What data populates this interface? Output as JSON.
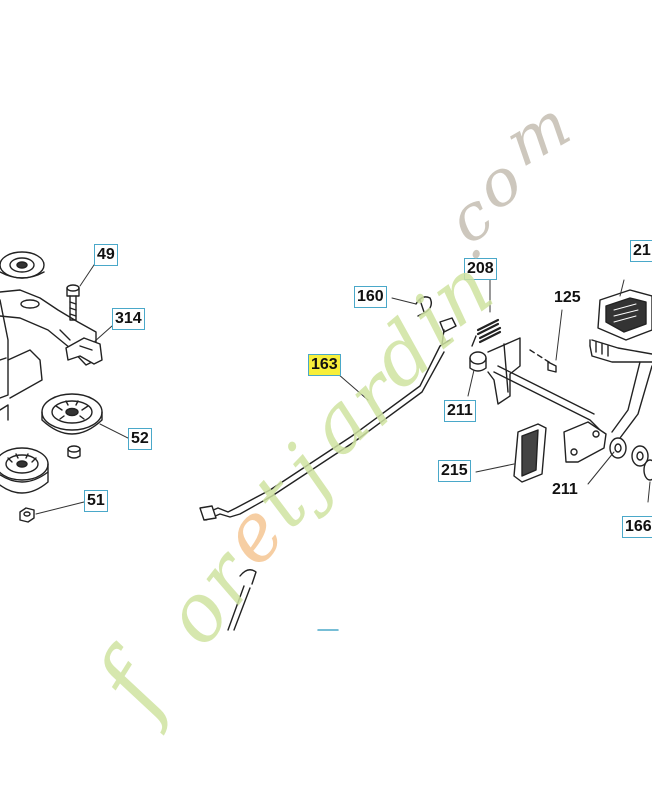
{
  "diagram": {
    "labels": {
      "p49": "49",
      "p314": "314",
      "p52": "52",
      "p51": "51",
      "p160": "160",
      "p208": "208",
      "p125": "125",
      "p21x": "21",
      "p163": "163",
      "p211a": "211",
      "p211b": "211",
      "p215": "215",
      "p166": "166"
    },
    "highlight_color": "#f7ef3a",
    "box_border_color": "#4aa8c9"
  },
  "watermark": {
    "text": "foretjardin.com",
    "colors": {
      "green": "#cfe3a1",
      "orange": "#f6c99a",
      "gray": "#c8c2b6"
    }
  }
}
